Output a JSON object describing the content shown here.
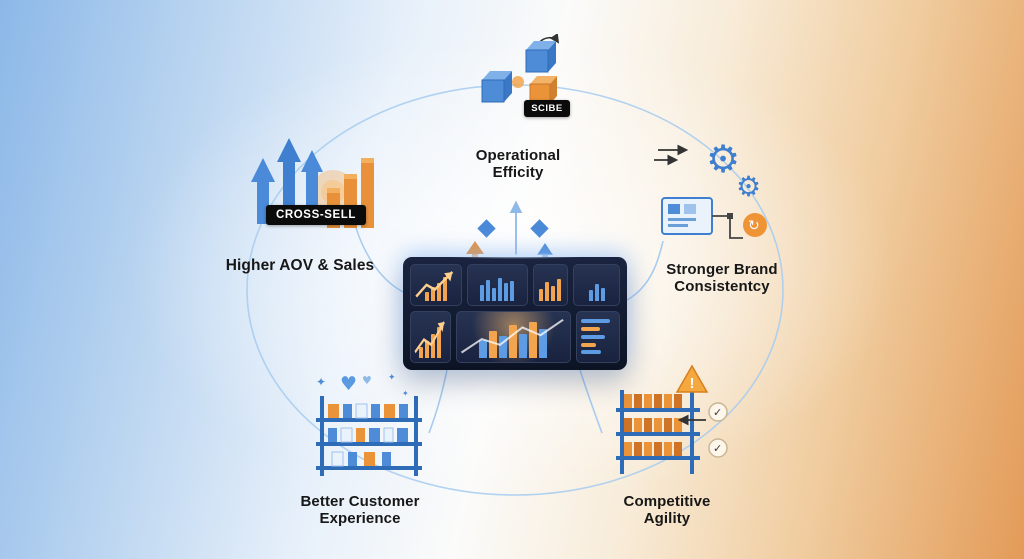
{
  "palette": {
    "blue": "#3f7fd0",
    "blue_light": "#8fb9e6",
    "orange": "#e8913a",
    "connector": "#a8cdf0",
    "panel_dark": "#101a2e",
    "text": "#171717"
  },
  "nodes": {
    "aov": {
      "label": "Higher AOV & Sales",
      "badge": "CROSS-SELL"
    },
    "operational": {
      "line1": "Operational",
      "line2": "Efficity",
      "badge": "SCIBE"
    },
    "brand": {
      "line1": "Stronger Brand",
      "line2": "Consistentcy"
    },
    "competitive": {
      "line1": "Competitive",
      "line2": "Agility"
    },
    "customer": {
      "line1": "Better Customer",
      "line2": "Experience"
    }
  },
  "dashboard": {
    "tiles": [
      {
        "type": "bars",
        "accent": "#f2a44e",
        "values": [
          30,
          48,
          62,
          82
        ]
      },
      {
        "type": "bars",
        "accent": "#5d9be2",
        "values": [
          55,
          72,
          44,
          80,
          62,
          70
        ]
      },
      {
        "type": "bars",
        "accent": "#f2a44e",
        "values": [
          42,
          64,
          50,
          76
        ]
      },
      {
        "type": "bars",
        "accent": "#5d9be2",
        "values": [
          36,
          58,
          46
        ]
      },
      {
        "type": "bars",
        "accent": "#f2a44e",
        "values": [
          28,
          44,
          60,
          78
        ]
      },
      {
        "type": "bars",
        "colors": [
          "#5d9be2",
          "#f2a44e"
        ],
        "values": [
          45,
          70,
          55,
          85,
          62,
          92,
          74
        ]
      },
      {
        "type": "list",
        "rows": [
          [
            85,
            "blue"
          ],
          [
            55,
            "orange"
          ],
          [
            70,
            "blue"
          ],
          [
            45,
            "orange"
          ],
          [
            60,
            "blue"
          ]
        ]
      }
    ]
  }
}
